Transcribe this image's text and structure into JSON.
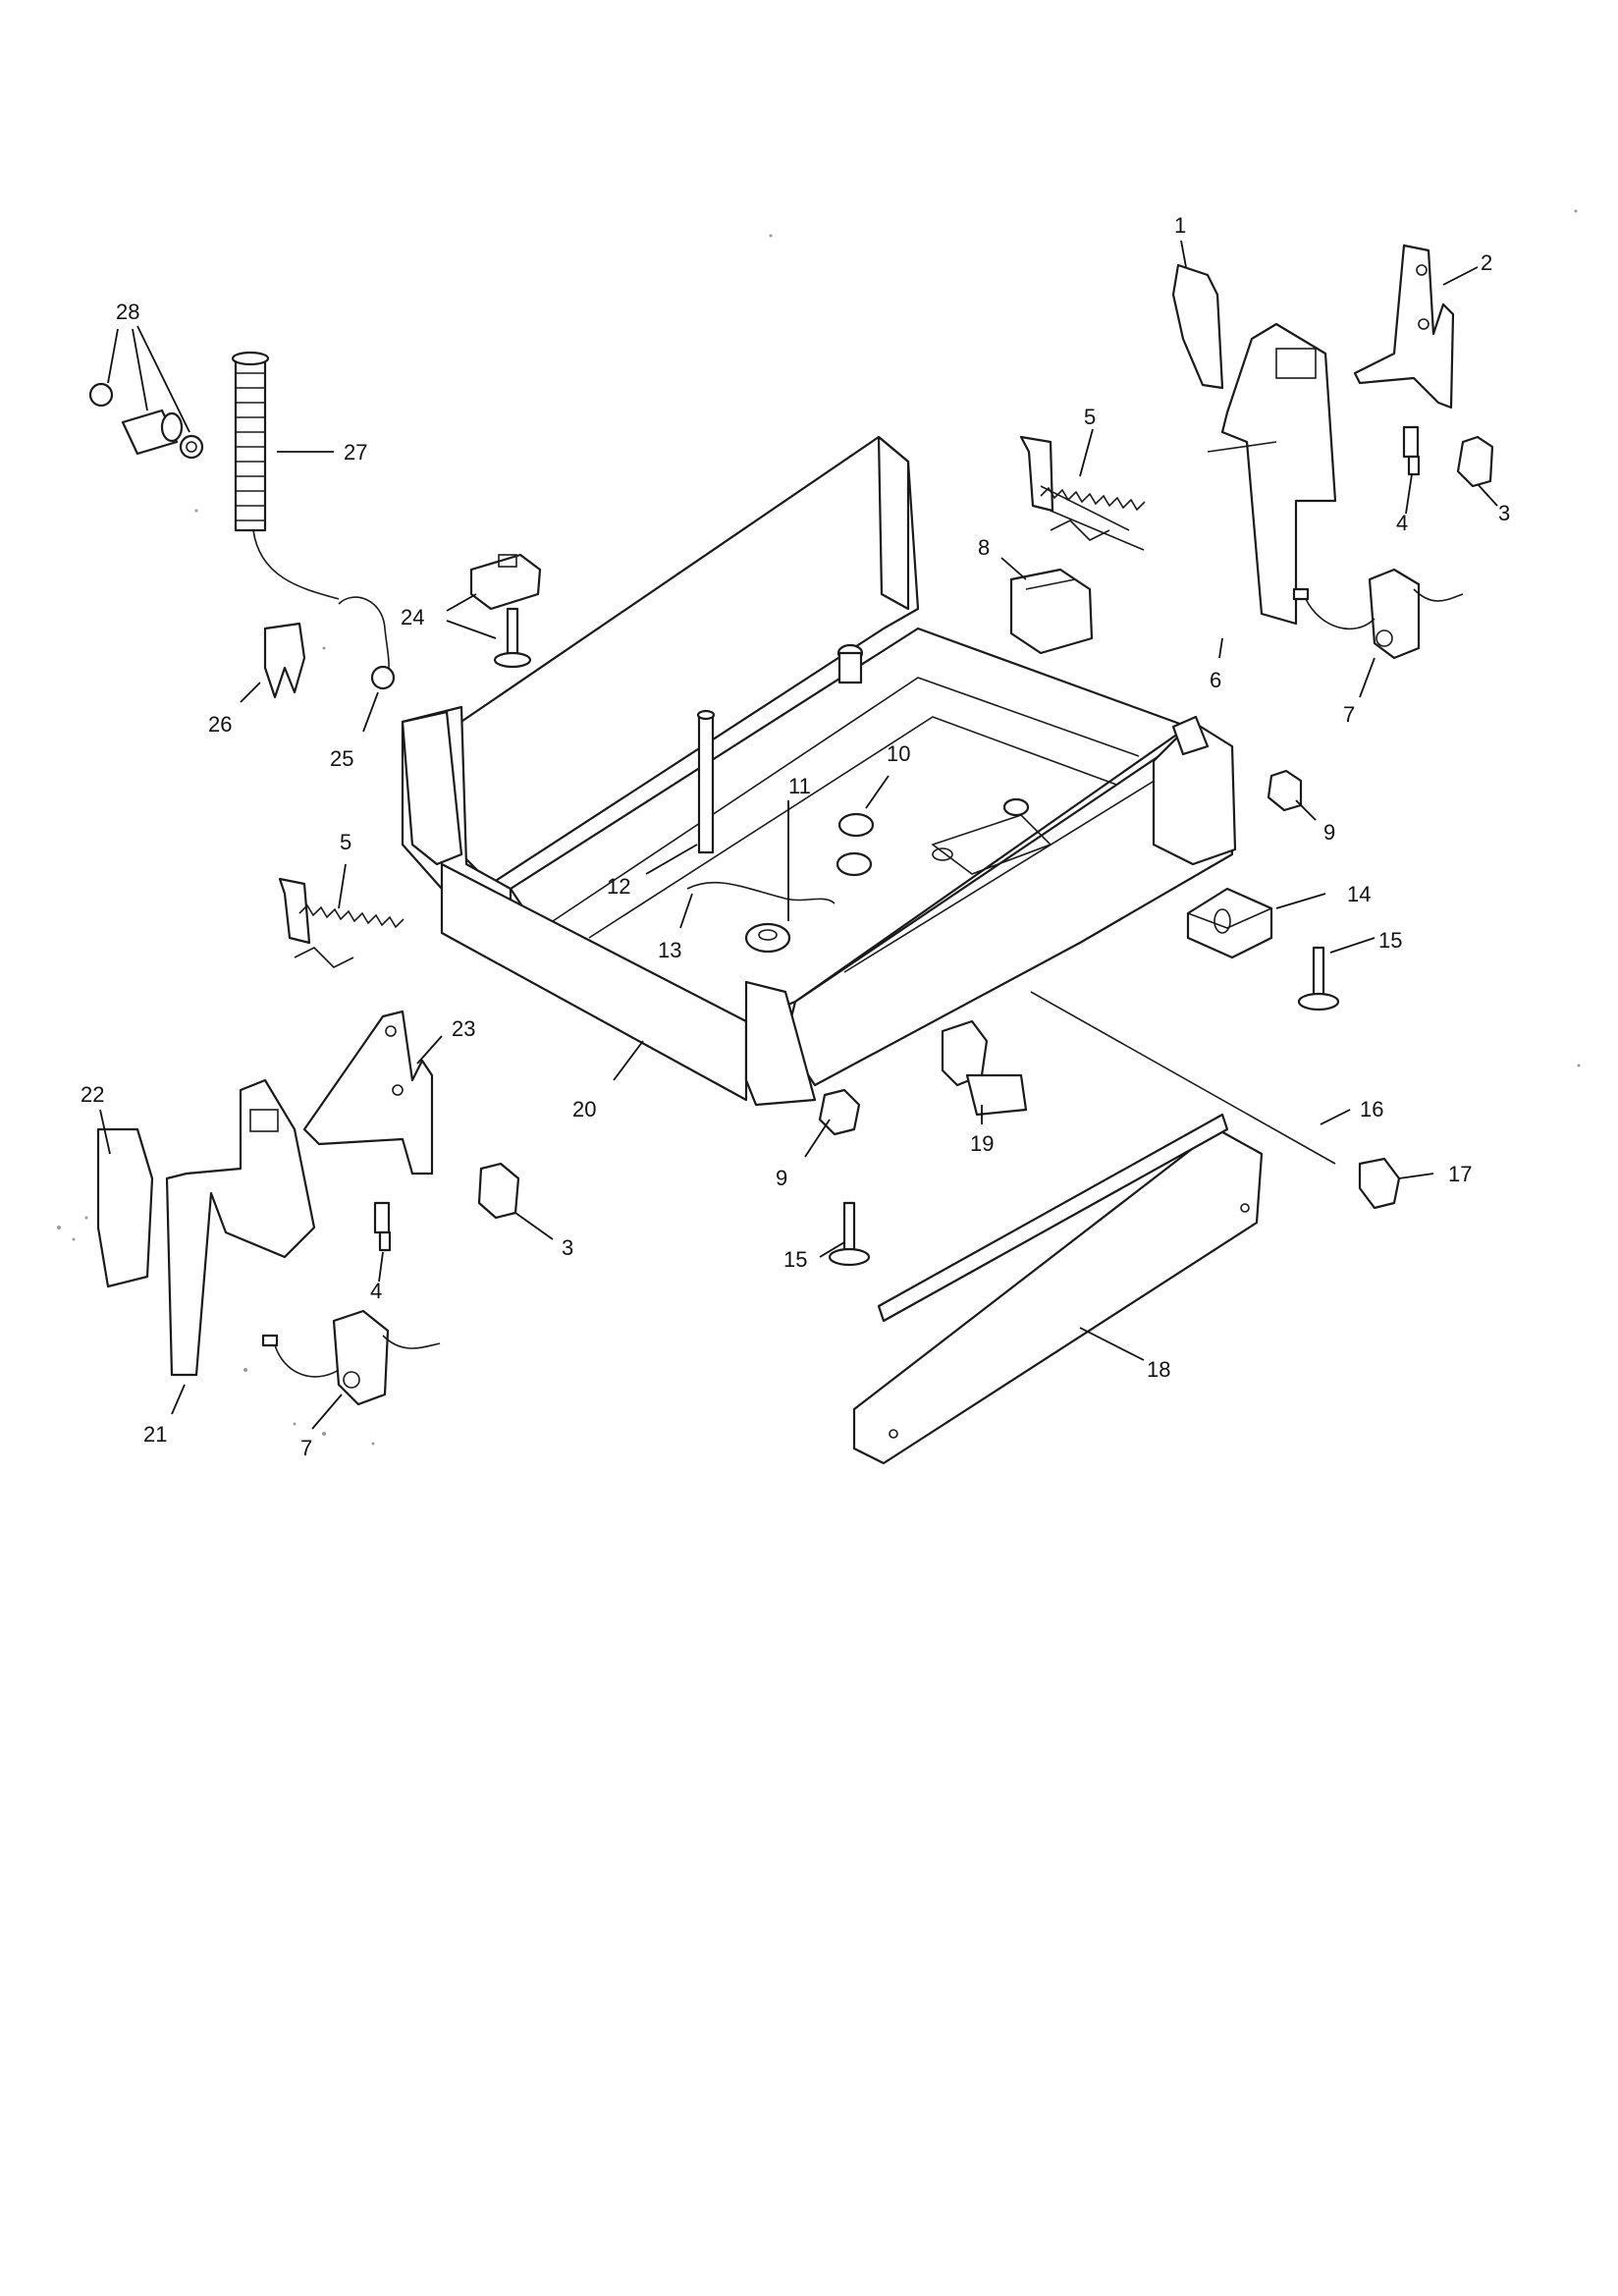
{
  "callouts": [
    {
      "id": "c1",
      "label": "1"
    },
    {
      "id": "c2",
      "label": "2"
    },
    {
      "id": "c3a",
      "label": "3"
    },
    {
      "id": "c3b",
      "label": "3"
    },
    {
      "id": "c4a",
      "label": "4"
    },
    {
      "id": "c4b",
      "label": "4"
    },
    {
      "id": "c5a",
      "label": "5"
    },
    {
      "id": "c5b",
      "label": "5"
    },
    {
      "id": "c6",
      "label": "6"
    },
    {
      "id": "c7a",
      "label": "7"
    },
    {
      "id": "c7b",
      "label": "7"
    },
    {
      "id": "c8",
      "label": "8"
    },
    {
      "id": "c9a",
      "label": "9"
    },
    {
      "id": "c9b",
      "label": "9"
    },
    {
      "id": "c10",
      "label": "10"
    },
    {
      "id": "c11",
      "label": "11"
    },
    {
      "id": "c12",
      "label": "12"
    },
    {
      "id": "c13",
      "label": "13"
    },
    {
      "id": "c14",
      "label": "14"
    },
    {
      "id": "c15a",
      "label": "15"
    },
    {
      "id": "c15b",
      "label": "15"
    },
    {
      "id": "c16",
      "label": "16"
    },
    {
      "id": "c17",
      "label": "17"
    },
    {
      "id": "c18",
      "label": "18"
    },
    {
      "id": "c19",
      "label": "19"
    },
    {
      "id": "c20",
      "label": "20"
    },
    {
      "id": "c21",
      "label": "21"
    },
    {
      "id": "c22",
      "label": "22"
    },
    {
      "id": "c23",
      "label": "23"
    },
    {
      "id": "c24",
      "label": "24"
    },
    {
      "id": "c25",
      "label": "25"
    },
    {
      "id": "c26",
      "label": "26"
    },
    {
      "id": "c27",
      "label": "27"
    },
    {
      "id": "c28",
      "label": "28"
    }
  ]
}
